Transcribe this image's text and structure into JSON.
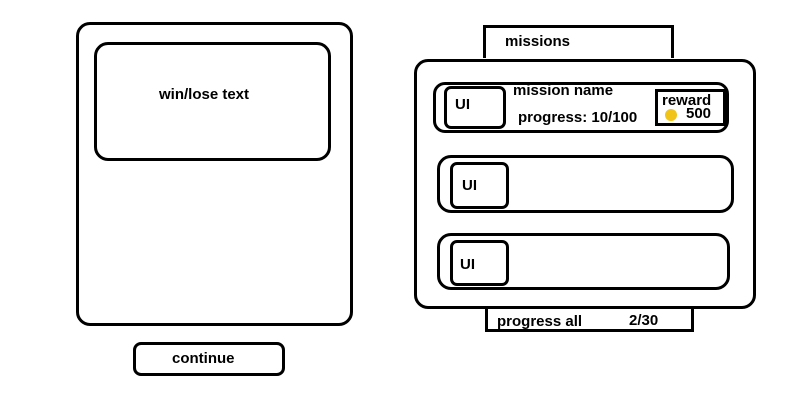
{
  "result": {
    "text": "win/lose text",
    "continue_label": "continue"
  },
  "missions": {
    "title": "missions",
    "items": [
      {
        "icon_label": "UI",
        "name": "mission name",
        "progress_label": "progress:",
        "progress": "10/100",
        "reward_label": "reward",
        "reward_amount": "500",
        "reward_icon": "coin-icon"
      },
      {
        "icon_label": "UI"
      },
      {
        "icon_label": "UI"
      }
    ],
    "progress_all_label": "progress all",
    "progress_all_value": "2/30"
  },
  "colors": {
    "outline": "#000000",
    "background": "#ffffff",
    "coin": "#f0c419"
  }
}
